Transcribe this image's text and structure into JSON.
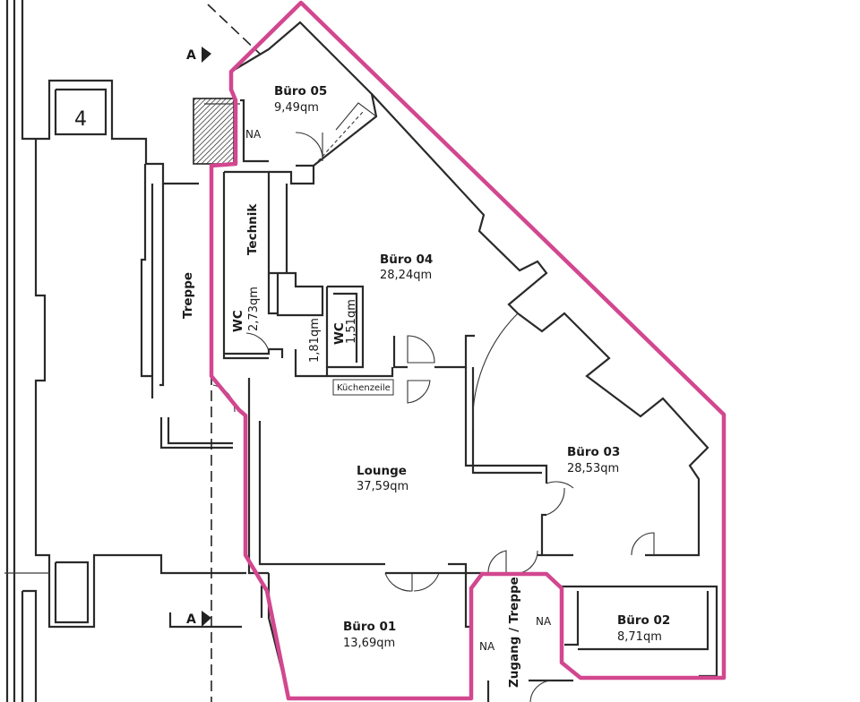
{
  "rooms": {
    "buero05": {
      "name": "Büro 05",
      "area": "9,49qm"
    },
    "buero04": {
      "name": "Büro 04",
      "area": "28,24qm"
    },
    "buero03": {
      "name": "Büro 03",
      "area": "28,53qm"
    },
    "buero02": {
      "name": "Büro 02",
      "area": "8,71qm"
    },
    "buero01": {
      "name": "Büro 01",
      "area": "13,69qm"
    },
    "lounge": {
      "name": "Lounge",
      "area": "37,59qm"
    },
    "technik": {
      "name": "Technik"
    },
    "wc1": {
      "name": "WC",
      "area": "2,73qm"
    },
    "wc2": {
      "name": "WC",
      "area": "1,51qm"
    },
    "corridor": {
      "area": "1,81qm"
    },
    "treppe": {
      "name": "Treppe"
    },
    "zugang": {
      "name": "Zugang / Treppe"
    }
  },
  "labels": {
    "na": "NA",
    "kuechenzeile": "Küchenzeile",
    "section": "A",
    "stair_number": "4"
  },
  "colors": {
    "outline": "#d2478f",
    "walls": "#2a2a2a"
  }
}
